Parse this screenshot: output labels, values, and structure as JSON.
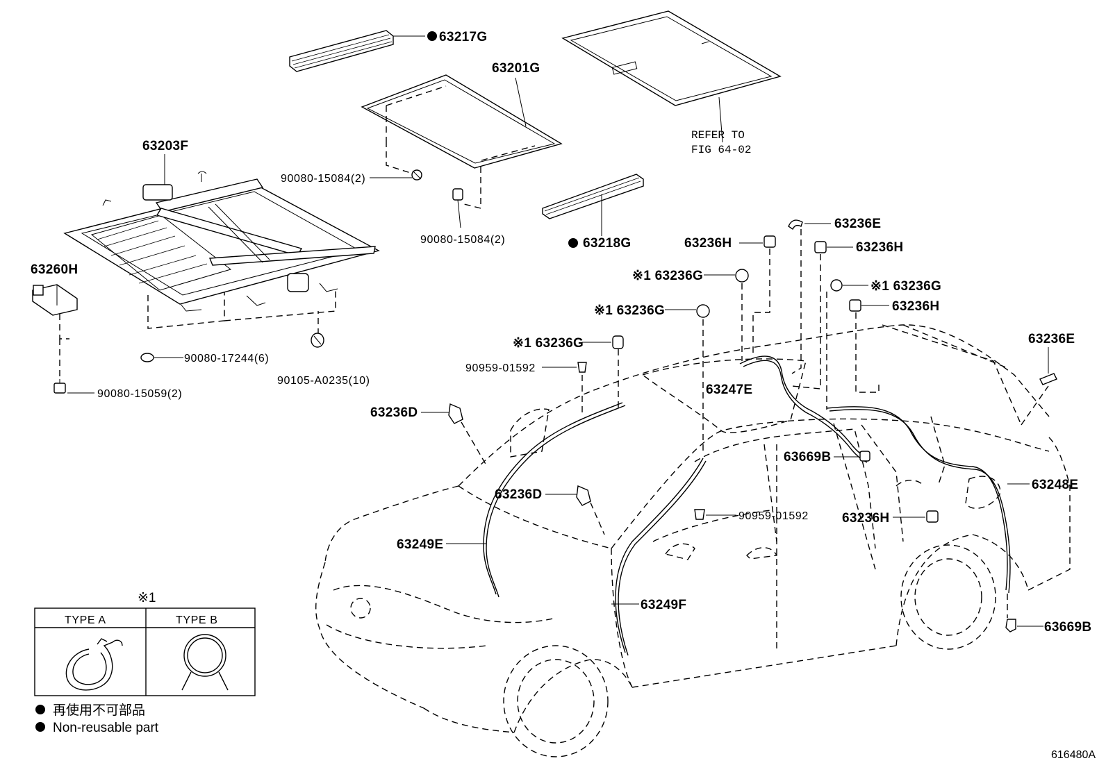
{
  "labels": {
    "p63217G": "63217G",
    "p63201G": "63201G",
    "refer_to": "REFER TO",
    "fig_ref": "FIG 64-02",
    "p63203F": "63203F",
    "b90080_15084a": "90080-15084(2)",
    "b90080_15084b": "90080-15084(2)",
    "p63218G": "63218G",
    "p63260H": "63260H",
    "b90080_17244": "90080-17244(6)",
    "b90105_A0235": "90105-A0235(10)",
    "b90080_15059": "90080-15059(2)",
    "p63236E_top": "63236E",
    "p63236H_a": "63236H",
    "p63236H_b": "63236H",
    "p63236G_a": "※1 63236G",
    "p63236G_b": "※1 63236G",
    "p63236H_c": "63236H",
    "p63236G_c": "※1 63236G",
    "p63236G_d": "※1 63236G",
    "p63236E_right": "63236E",
    "b90959_01592a": "90959-01592",
    "p63247E": "63247E",
    "p63236D_a": "63236D",
    "p63669B_a": "63669B",
    "p63236D_b": "63236D",
    "p63248E": "63248E",
    "b90959_01592b": "90959-01592",
    "p63236H_d": "63236H",
    "p63249E": "63249E",
    "p63249F": "63249F",
    "p63669B_b": "63669B"
  },
  "legend": {
    "note_mark": "※1",
    "type_a": "TYPE A",
    "type_b": "TYPE B",
    "non_reusable_jp": "再使用不可部品",
    "non_reusable_en": "Non-reusable part"
  },
  "figure_id": "616480A"
}
